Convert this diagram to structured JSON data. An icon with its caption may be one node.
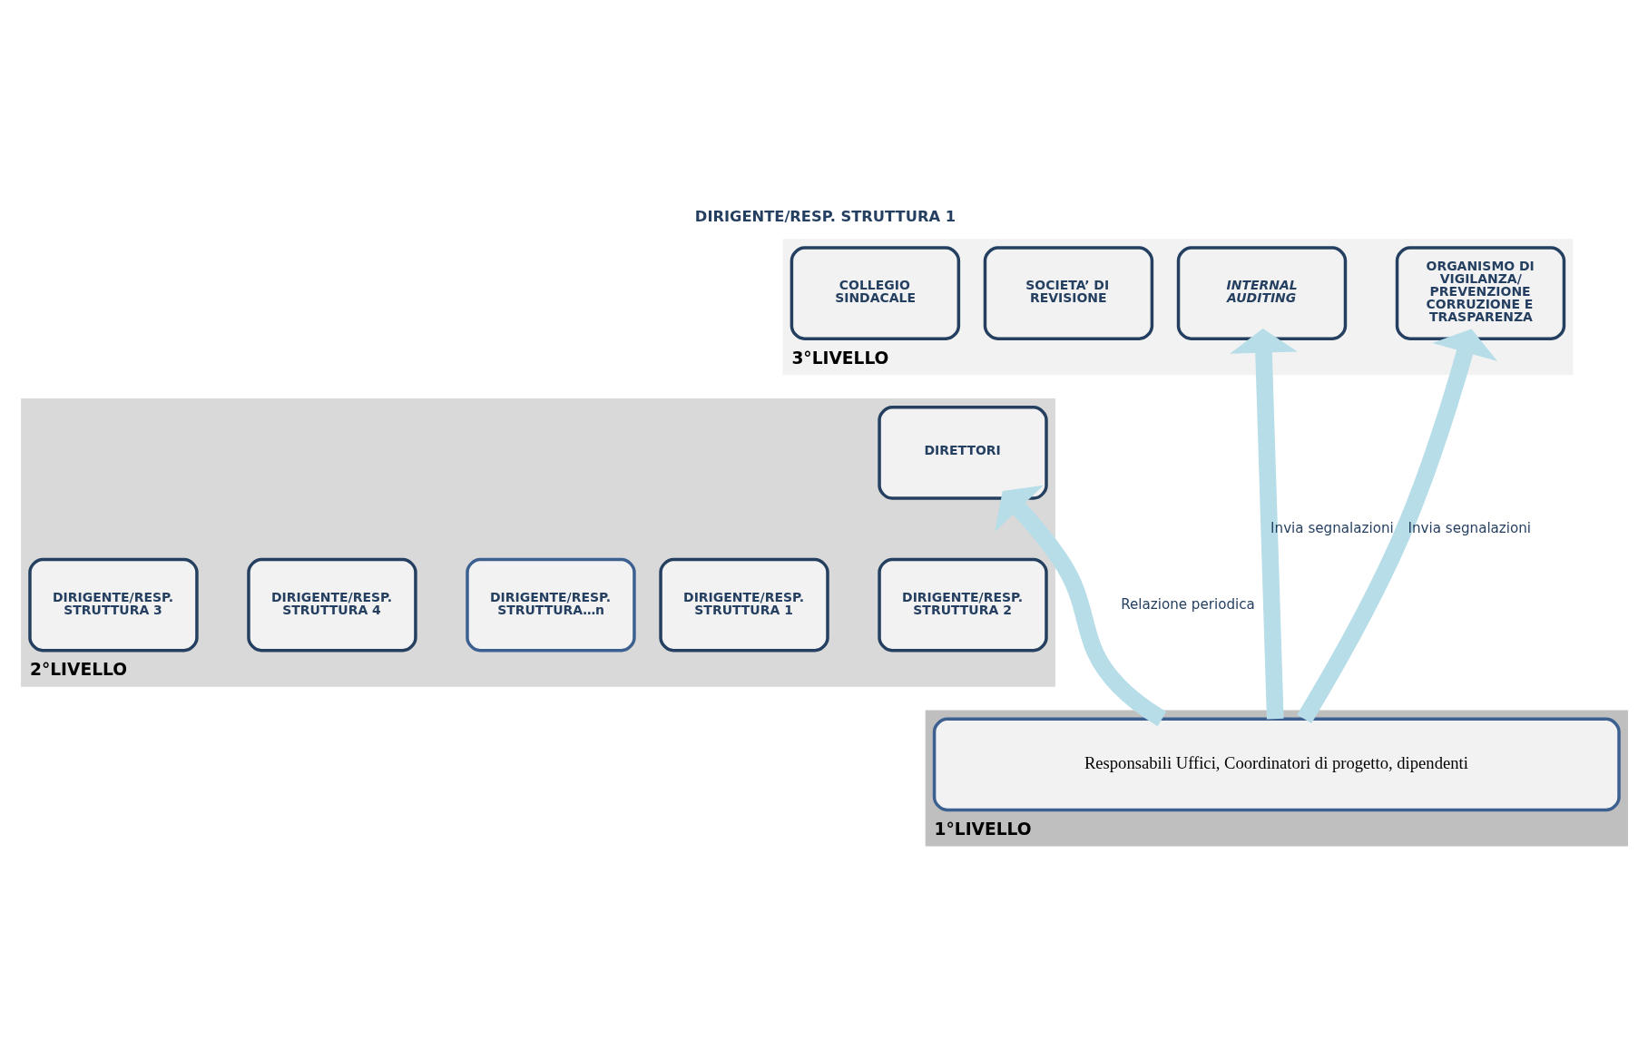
{
  "diagram": {
    "title": "DIRIGENTE/RESP. STRUTTURA 1",
    "nodes": [
      {
        "text": [
          "3°LIVELLO"
        ]
      },
      {
        "text": [
          "COLLEGIO SINDACALE"
        ],
        "in": 0
      },
      {
        "text": [
          "INTERNAL AUDITING"
        ],
        "in": 0
      },
      {
        "text": [
          "ORGANISMO DI VIGILANZA/ PREVENZIONE CORRUZIONE E TRASPARENZA"
        ],
        "in": 0
      },
      {
        "text": [
          "SOCIETA’ DI REVISIONE"
        ],
        "in": 0
      },
      {
        "text": [
          "2°LIVELLO"
        ]
      },
      {
        "text": [
          "DIRETTORI"
        ],
        "in": 5
      },
      {
        "text": [
          "DIRIGENTE/RESP. STRUTTURA 1"
        ],
        "in": 5
      },
      {
        "text": [
          "DIRIGENTE/RESP. STRUTTURA 2"
        ],
        "in": 5
      },
      {
        "text": [
          "DIRIGENTE/RESP. STRUTTURA 3"
        ],
        "in": 5
      },
      {
        "text": [
          "DIRIGENTE/RESP. STRUTTURA 4"
        ],
        "in": 5
      },
      {
        "text": [
          "DIRIGENTE/RESP. STRUTTURA…n"
        ],
        "in": 5
      },
      {
        "text": [
          "1°LIVELLO"
        ]
      },
      {
        "text": [
          "Responsabili Uffici, Coordinatori di progetto, dipendenti"
        ],
        "in": 12
      }
    ],
    "edges": [
      {
        "from": 13,
        "to": 6,
        "arrow": "to",
        "label": "Relazione periodica"
      },
      {
        "from": 13,
        "to": 2,
        "arrow": "to",
        "label": "Invia segnalazioni"
      },
      {
        "from": 13,
        "to": 3,
        "arrow": "to",
        "label": "Invia segnalazioni"
      }
    ]
  }
}
